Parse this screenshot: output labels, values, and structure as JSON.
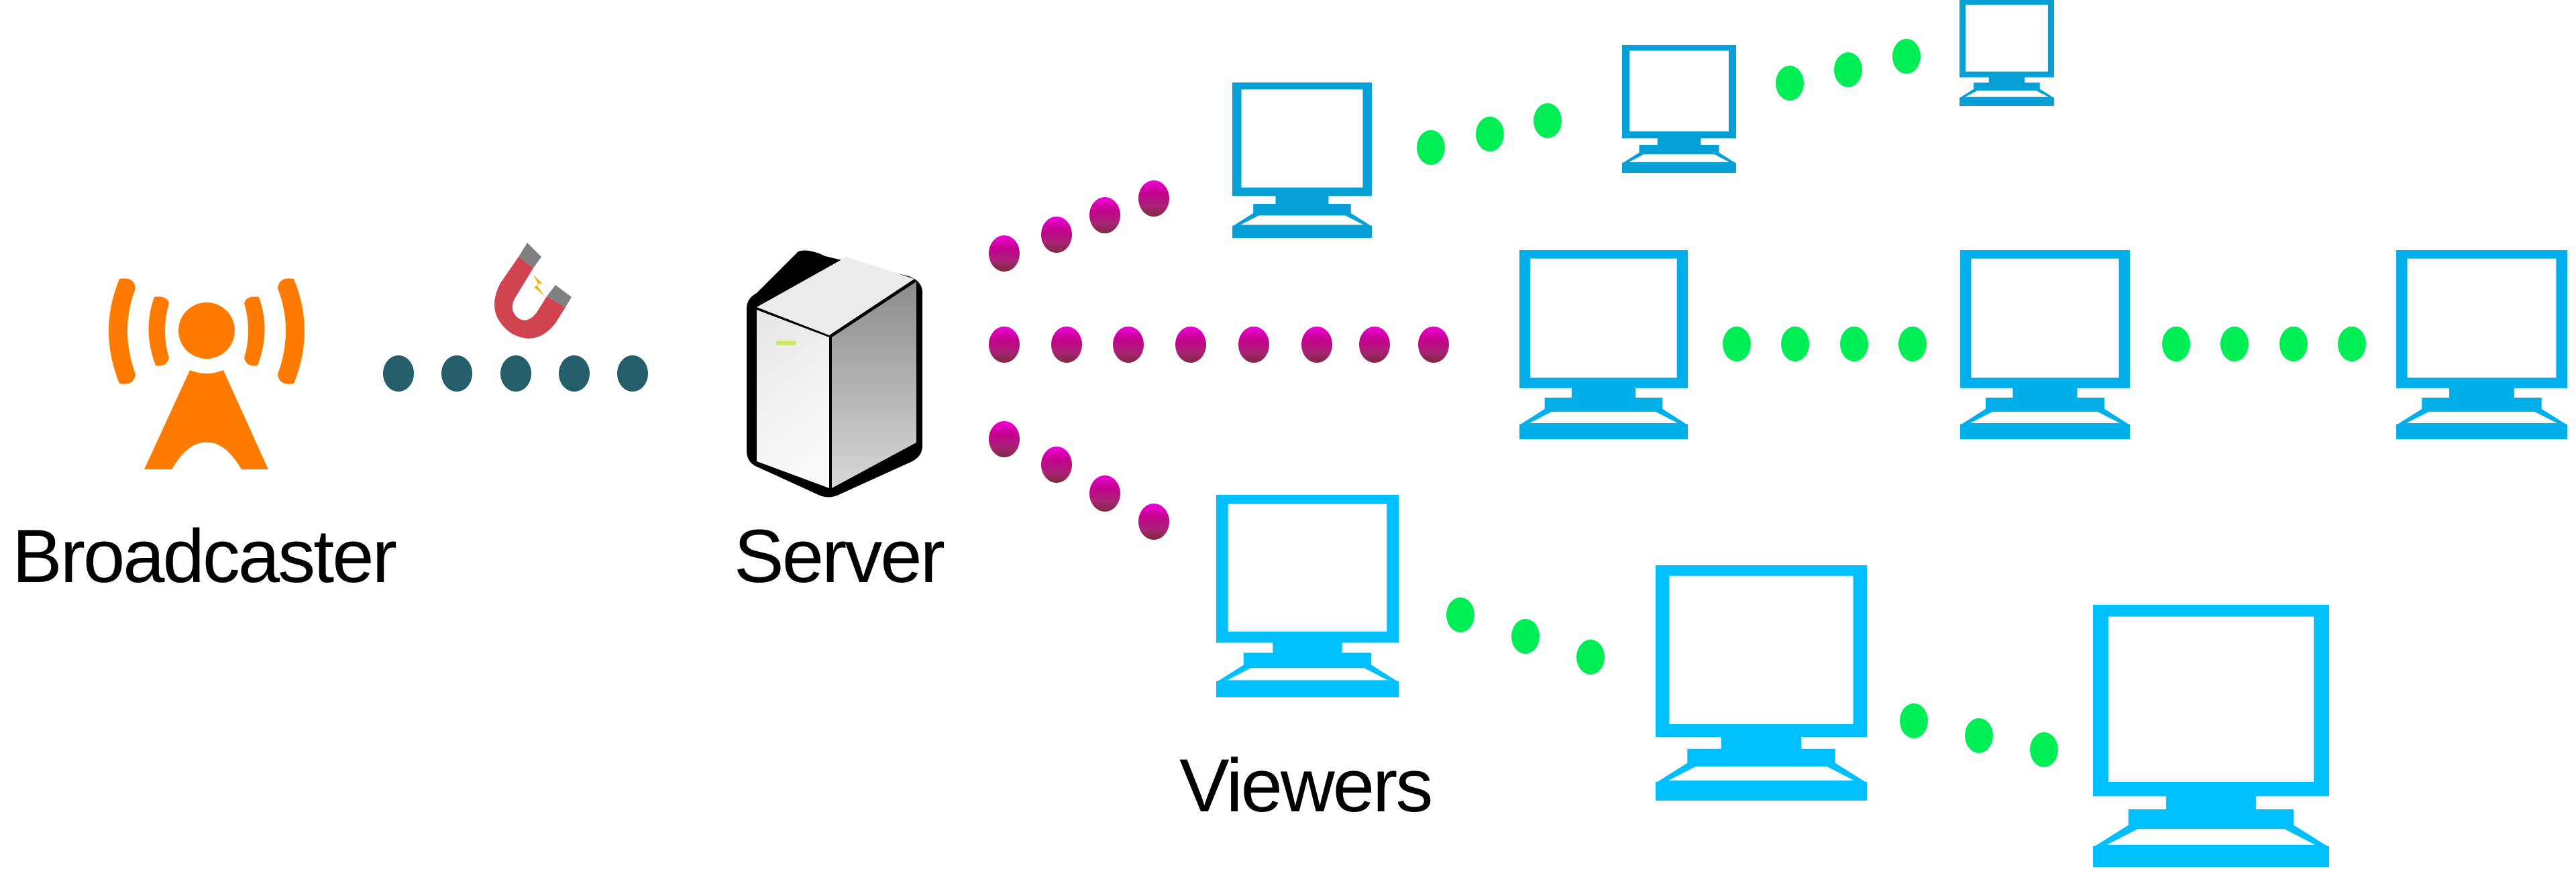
{
  "diagram": {
    "title": "Live streaming relay topology",
    "nodes": {
      "broadcaster": {
        "label": "Broadcaster",
        "icon": "broadcast-tower-icon",
        "color": "#ff7b00"
      },
      "server": {
        "label": "Server",
        "icon": "server-icon"
      },
      "viewers": {
        "label": "Viewers",
        "icon": "computer-icon",
        "count": 9
      }
    },
    "icons": {
      "magnet": {
        "name": "magnet-icon",
        "body_color": "#d0444f",
        "tip_color": "#808080",
        "spark_color": "#f7b500"
      }
    },
    "links": [
      {
        "from": "broadcaster",
        "to": "server",
        "dots": 5,
        "color": "#255f6c"
      },
      {
        "from": "server",
        "to": "viewer-top-1",
        "dots": 4,
        "color": "#c4008f"
      },
      {
        "from": "server",
        "to": "viewer-mid-1",
        "dots": 8,
        "color": "#c4008f"
      },
      {
        "from": "server",
        "to": "viewer-bottom-1",
        "dots": 4,
        "color": "#c4008f"
      },
      {
        "from": "viewer-top-1",
        "to": "viewer-top-2",
        "dots": 3,
        "color": "#00ee55"
      },
      {
        "from": "viewer-top-2",
        "to": "viewer-top-3",
        "dots": 3,
        "color": "#00ee55"
      },
      {
        "from": "viewer-mid-1",
        "to": "viewer-mid-2",
        "dots": 4,
        "color": "#00ee55"
      },
      {
        "from": "viewer-mid-2",
        "to": "viewer-mid-3",
        "dots": 4,
        "color": "#00ee55"
      },
      {
        "from": "viewer-bottom-1",
        "to": "viewer-bottom-2",
        "dots": 3,
        "color": "#00ee55"
      },
      {
        "from": "viewer-bottom-2",
        "to": "viewer-bottom-3",
        "dots": 3,
        "color": "#00ee55"
      }
    ],
    "viewer_rows": [
      {
        "row": "top",
        "color": "#06a0d6",
        "computers": [
          "viewer-top-1",
          "viewer-top-2",
          "viewer-top-3"
        ]
      },
      {
        "row": "mid",
        "color": "#00afe9",
        "computers": [
          "viewer-mid-1",
          "viewer-mid-2",
          "viewer-mid-3"
        ]
      },
      {
        "row": "bottom",
        "color": "#00bfff",
        "computers": [
          "viewer-bottom-1",
          "viewer-bottom-2",
          "viewer-bottom-3"
        ]
      }
    ]
  }
}
